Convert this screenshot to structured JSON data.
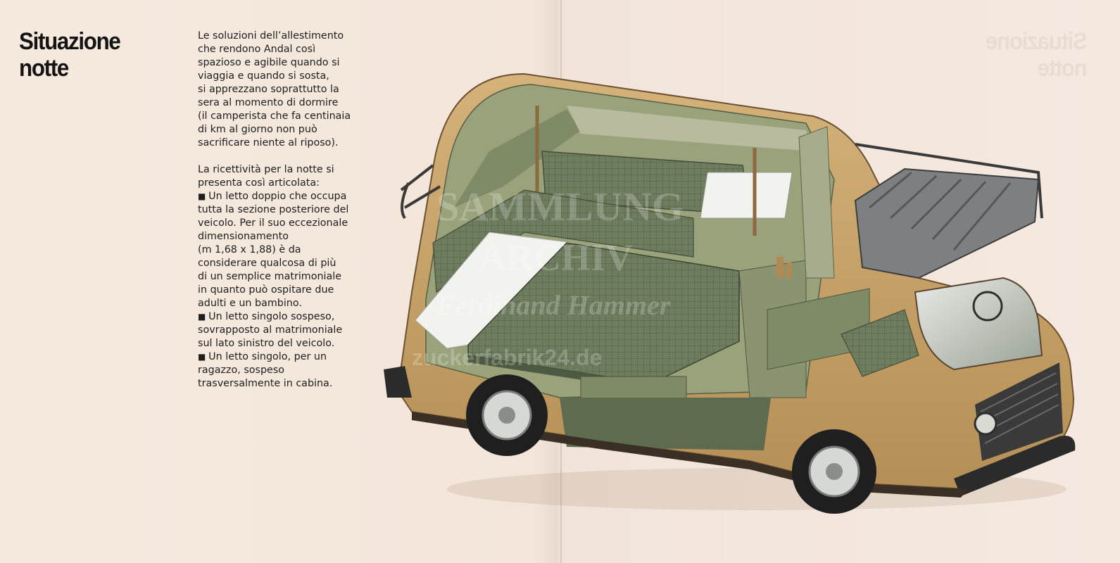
{
  "heading": {
    "line1": "Situazione",
    "line2": "notte"
  },
  "body": {
    "intro": [
      "Le soluzioni dell’allestimento",
      "che rendono Andal così",
      "spazioso e agibile quando si",
      "viaggia e quando si sosta,",
      "si apprezzano soprattutto la",
      "sera al momento di dormire",
      "(il camperista che fa centinaia",
      "di km al giorno non può",
      "sacrificare niente al riposo)."
    ],
    "lead": [
      "La ricettività per la notte si",
      "presenta così articolata:"
    ],
    "bullets": [
      [
        "Un letto doppio che occupa",
        "tutta la sezione posteriore del",
        "veicolo. Per il suo eccezionale",
        "dimensionamento",
        "(m 1,68 x 1,88) è da",
        "considerare qualcosa di più",
        "di un semplice matrimoniale",
        "in quanto può ospitare due",
        "adulti e un bambino."
      ],
      [
        "Un letto singolo sospeso,",
        "sovrapposto al matrimoniale",
        "sul lato sinistro del veicolo."
      ],
      [
        "Un letto singolo, per un",
        "ragazzo, sospeso",
        "trasversalmente in cabina."
      ]
    ]
  },
  "watermark": {
    "line1": "SAMMLUNG",
    "line2": "ARCHIV",
    "line3": "Ferdinand Hammer",
    "line4": "zuckerfabrik24.de"
  },
  "colors": {
    "paper": "#f4e7dd",
    "van_body": "#c9a56b",
    "interior_green": "#7f8a66",
    "mattress_green": "#6f7d5f",
    "sheet_white": "#f2f2ee",
    "tire": "#1f1f1f"
  }
}
